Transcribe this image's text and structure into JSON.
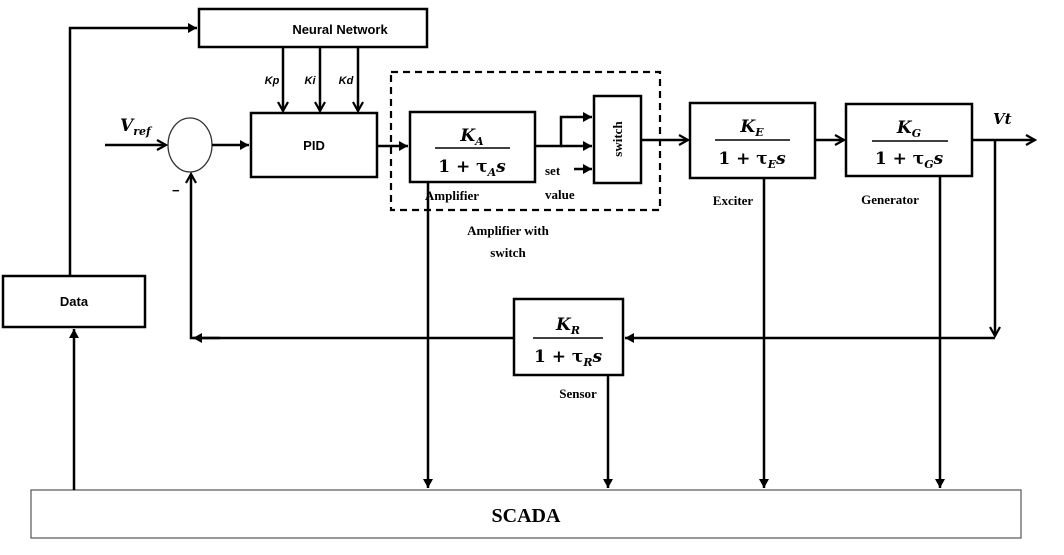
{
  "diagram": {
    "type": "block-diagram",
    "blocks": {
      "neural_network": {
        "label": "Neural Network"
      },
      "pid": {
        "label": "PID"
      },
      "data": {
        "label": "Data"
      },
      "scada": {
        "label": "SCADA"
      },
      "amplifier": {
        "numerator": "K",
        "numerator_sub": "A",
        "denominator": "1 + τ",
        "denominator_sub": "A",
        "denominator_tail": "s",
        "caption": "Amplifier"
      },
      "switch": {
        "label": "switch"
      },
      "exciter": {
        "numerator": "K",
        "numerator_sub": "E",
        "denominator": "1 + τ",
        "denominator_sub": "E",
        "denominator_tail": "s",
        "caption": "Exciter"
      },
      "generator": {
        "numerator": "K",
        "numerator_sub": "G",
        "denominator": "1 + τ",
        "denominator_sub": "G",
        "denominator_tail": "s",
        "caption": "Generator"
      },
      "sensor": {
        "numerator": "K",
        "numerator_sub": "R",
        "denominator": "1 + τ",
        "denominator_sub": "R",
        "denominator_tail": "s",
        "caption": "Sensor"
      }
    },
    "gains": [
      "Kp",
      "Ki",
      "Kd"
    ],
    "signals": {
      "vref": {
        "main": "V",
        "sub": "ref"
      },
      "vt": "Vt",
      "minus_sign": "−",
      "set_value_line1": "set",
      "set_value_line2": "value"
    },
    "group": {
      "label_line1": "Amplifier with",
      "label_line2": "switch"
    }
  }
}
